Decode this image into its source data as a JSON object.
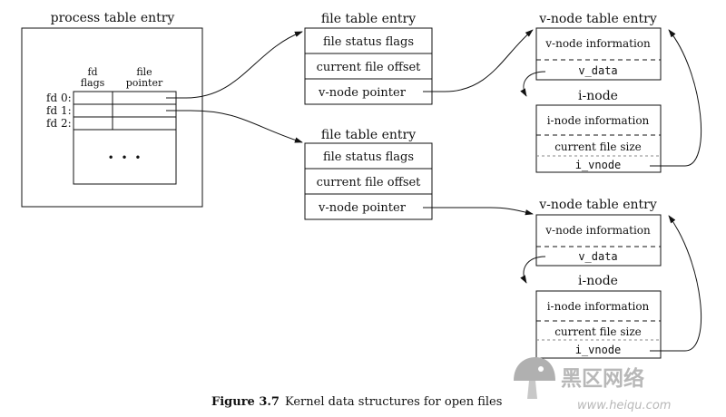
{
  "process": {
    "title": "process table entry",
    "col_flags": [
      "fd",
      "flags"
    ],
    "col_pointer": [
      "file",
      "pointer"
    ],
    "rows": [
      "fd 0:",
      "fd 1:",
      "fd 2:"
    ],
    "ellipsis": "• • •"
  },
  "file_tables": [
    {
      "title": "file table entry",
      "rows": [
        "file status flags",
        "current file offset",
        "v-node pointer"
      ]
    },
    {
      "title": "file table entry",
      "rows": [
        "file status flags",
        "current file offset",
        "v-node pointer"
      ]
    }
  ],
  "vnodes": [
    {
      "title": "v-node table entry",
      "info": "v-node information",
      "field": "v_data"
    },
    {
      "title": "v-node table entry",
      "info": "v-node information",
      "field": "v_data"
    }
  ],
  "inodes": [
    {
      "title": "i-node",
      "info": "i-node information",
      "size": "current file size",
      "field": "i_vnode"
    },
    {
      "title": "i-node",
      "info": "i-node information",
      "size": "current file size",
      "field": "i_vnode"
    }
  ],
  "caption": {
    "label": "Figure 3.7",
    "text": "Kernel data structures for open files"
  },
  "watermark": {
    "chars": "黑区网络",
    "url": "www.heiqu.com"
  }
}
